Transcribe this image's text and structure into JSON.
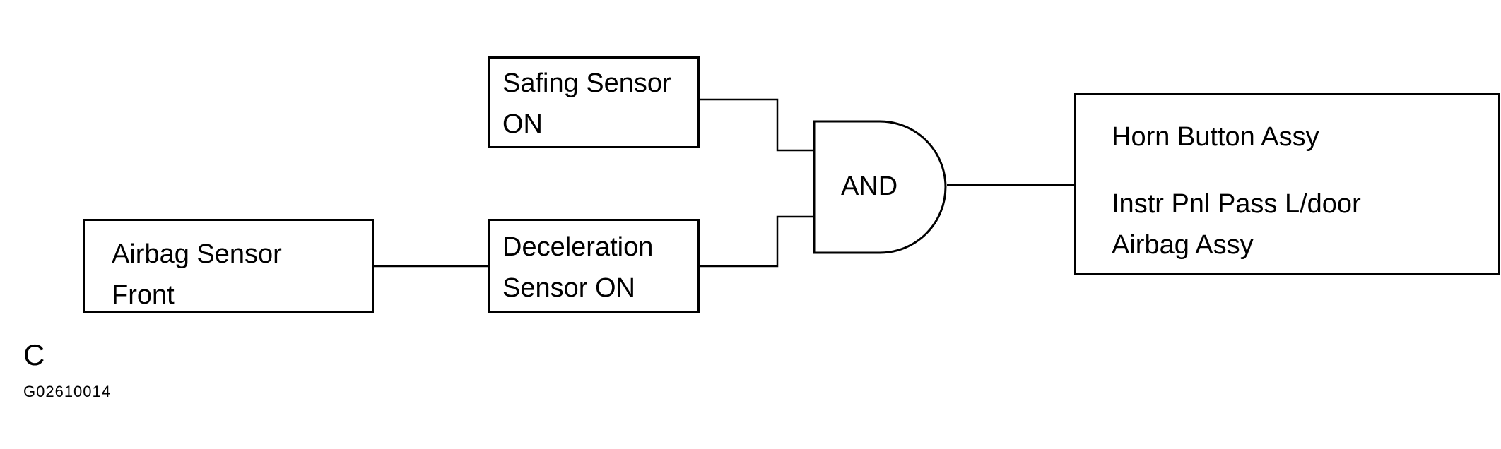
{
  "blocks": {
    "safing_sensor": {
      "line1": "Safing Sensor",
      "line2": "ON"
    },
    "deceleration_sensor": {
      "line1": "Deceleration",
      "line2": "Sensor ON"
    },
    "airbag_sensor_front": {
      "line1": "Airbag Sensor",
      "line2": "Front"
    },
    "outputs": {
      "item1": "Horn Button Assy",
      "item2_line1": "Instr Pnl Pass L/door",
      "item2_line2": "Airbag Assy"
    }
  },
  "gate": {
    "label": "AND"
  },
  "footer": {
    "letter": "C",
    "code": "G02610014"
  }
}
